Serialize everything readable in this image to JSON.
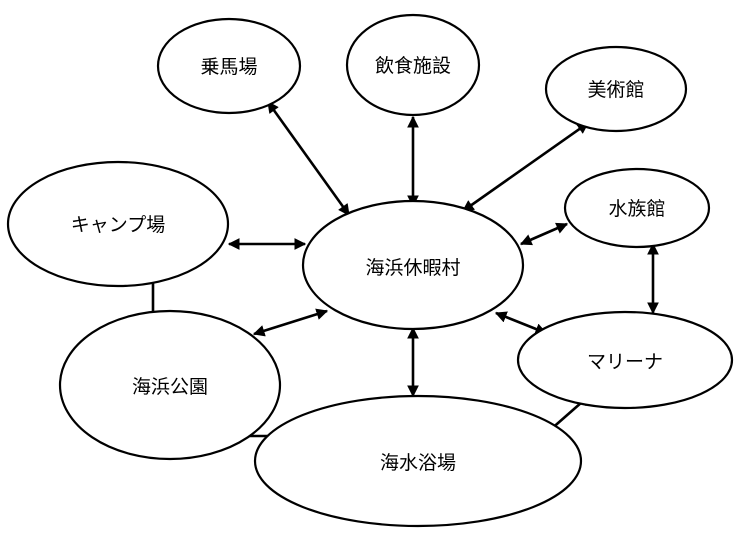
{
  "diagram": {
    "nodes": {
      "center": "海浜休暇村",
      "horse_riding": "乗馬場",
      "restaurants": "飲食施設",
      "art_museum": "美術館",
      "aquarium": "水族館",
      "camp": "キャンプ場",
      "seaside_park": "海浜公園",
      "beach": "海水浴場",
      "marina": "マリーナ"
    },
    "edges": [
      [
        "center",
        "horse_riding"
      ],
      [
        "center",
        "restaurants"
      ],
      [
        "center",
        "art_museum"
      ],
      [
        "center",
        "aquarium"
      ],
      [
        "center",
        "camp"
      ],
      [
        "center",
        "seaside_park"
      ],
      [
        "center",
        "beach"
      ],
      [
        "center",
        "marina"
      ],
      [
        "camp",
        "seaside_park"
      ],
      [
        "seaside_park",
        "beach"
      ],
      [
        "aquarium",
        "marina"
      ],
      [
        "beach",
        "marina"
      ]
    ]
  }
}
